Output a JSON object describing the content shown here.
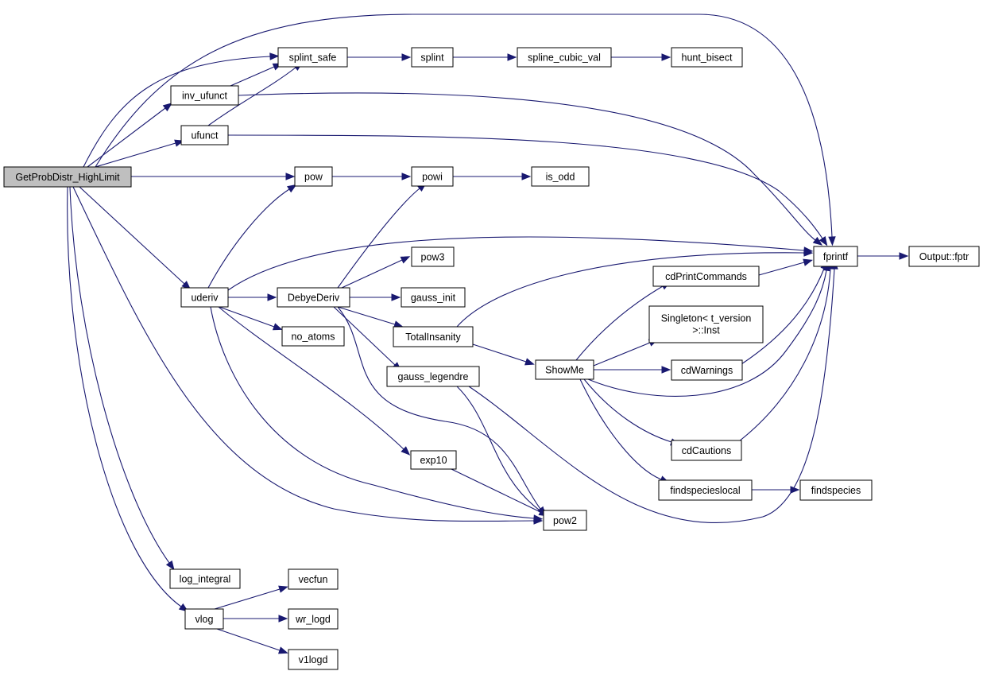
{
  "graph": {
    "root": "GetProbDistr_HighLimit",
    "nodes": [
      {
        "id": "GetProbDistr_HighLimit",
        "label": "GetProbDistr_HighLimit",
        "root": true
      },
      {
        "id": "splint_safe",
        "label": "splint_safe"
      },
      {
        "id": "splint",
        "label": "splint"
      },
      {
        "id": "spline_cubic_val",
        "label": "spline_cubic_val"
      },
      {
        "id": "hunt_bisect",
        "label": "hunt_bisect"
      },
      {
        "id": "inv_ufunct",
        "label": "inv_ufunct"
      },
      {
        "id": "ufunct",
        "label": "ufunct"
      },
      {
        "id": "pow",
        "label": "pow"
      },
      {
        "id": "powi",
        "label": "powi"
      },
      {
        "id": "is_odd",
        "label": "is_odd"
      },
      {
        "id": "fprintf",
        "label": "fprintf"
      },
      {
        "id": "Output_fptr",
        "label": "Output::fptr"
      },
      {
        "id": "pow3",
        "label": "pow3"
      },
      {
        "id": "cdPrintCommands",
        "label": "cdPrintCommands"
      },
      {
        "id": "uderiv",
        "label": "uderiv"
      },
      {
        "id": "DebyeDeriv",
        "label": "DebyeDeriv"
      },
      {
        "id": "gauss_init",
        "label": "gauss_init"
      },
      {
        "id": "Singleton_Inst",
        "label": "Singleton< t_version >::Inst",
        "lines": [
          "Singleton< t_version",
          ">::Inst"
        ]
      },
      {
        "id": "no_atoms",
        "label": "no_atoms"
      },
      {
        "id": "TotalInsanity",
        "label": "TotalInsanity"
      },
      {
        "id": "ShowMe",
        "label": "ShowMe"
      },
      {
        "id": "cdWarnings",
        "label": "cdWarnings"
      },
      {
        "id": "gauss_legendre",
        "label": "gauss_legendre"
      },
      {
        "id": "exp10",
        "label": "exp10"
      },
      {
        "id": "cdCautions",
        "label": "cdCautions"
      },
      {
        "id": "findspecieslocal",
        "label": "findspecieslocal"
      },
      {
        "id": "findspecies",
        "label": "findspecies"
      },
      {
        "id": "pow2",
        "label": "pow2"
      },
      {
        "id": "log_integral",
        "label": "log_integral"
      },
      {
        "id": "vecfun",
        "label": "vecfun"
      },
      {
        "id": "vlog",
        "label": "vlog"
      },
      {
        "id": "wr_logd",
        "label": "wr_logd"
      },
      {
        "id": "v1logd",
        "label": "v1logd"
      }
    ],
    "edges": [
      [
        "GetProbDistr_HighLimit",
        "fprintf"
      ],
      [
        "GetProbDistr_HighLimit",
        "splint_safe"
      ],
      [
        "GetProbDistr_HighLimit",
        "inv_ufunct"
      ],
      [
        "GetProbDistr_HighLimit",
        "ufunct"
      ],
      [
        "GetProbDistr_HighLimit",
        "pow"
      ],
      [
        "GetProbDistr_HighLimit",
        "uderiv"
      ],
      [
        "GetProbDistr_HighLimit",
        "pow2"
      ],
      [
        "GetProbDistr_HighLimit",
        "log_integral"
      ],
      [
        "GetProbDistr_HighLimit",
        "vlog"
      ],
      [
        "splint_safe",
        "splint"
      ],
      [
        "splint",
        "spline_cubic_val"
      ],
      [
        "spline_cubic_val",
        "hunt_bisect"
      ],
      [
        "inv_ufunct",
        "splint_safe"
      ],
      [
        "inv_ufunct",
        "fprintf"
      ],
      [
        "ufunct",
        "splint_safe"
      ],
      [
        "ufunct",
        "fprintf"
      ],
      [
        "pow",
        "powi"
      ],
      [
        "powi",
        "is_odd"
      ],
      [
        "fprintf",
        "Output_fptr"
      ],
      [
        "uderiv",
        "pow"
      ],
      [
        "uderiv",
        "fprintf"
      ],
      [
        "uderiv",
        "DebyeDeriv"
      ],
      [
        "uderiv",
        "no_atoms"
      ],
      [
        "uderiv",
        "exp10"
      ],
      [
        "uderiv",
        "pow2"
      ],
      [
        "DebyeDeriv",
        "powi"
      ],
      [
        "DebyeDeriv",
        "pow3"
      ],
      [
        "DebyeDeriv",
        "gauss_init"
      ],
      [
        "DebyeDeriv",
        "TotalInsanity"
      ],
      [
        "DebyeDeriv",
        "gauss_legendre"
      ],
      [
        "DebyeDeriv",
        "pow2"
      ],
      [
        "TotalInsanity",
        "fprintf"
      ],
      [
        "TotalInsanity",
        "ShowMe"
      ],
      [
        "ShowMe",
        "cdPrintCommands"
      ],
      [
        "ShowMe",
        "Singleton_Inst"
      ],
      [
        "ShowMe",
        "cdWarnings"
      ],
      [
        "ShowMe",
        "fprintf"
      ],
      [
        "ShowMe",
        "cdCautions"
      ],
      [
        "ShowMe",
        "findspecieslocal"
      ],
      [
        "cdPrintCommands",
        "fprintf"
      ],
      [
        "cdWarnings",
        "fprintf"
      ],
      [
        "cdCautions",
        "fprintf"
      ],
      [
        "findspecieslocal",
        "findspecies"
      ],
      [
        "gauss_legendre",
        "pow2"
      ],
      [
        "gauss_legendre",
        "fprintf"
      ],
      [
        "exp10",
        "pow2"
      ],
      [
        "vlog",
        "vecfun"
      ],
      [
        "vlog",
        "wr_logd"
      ],
      [
        "vlog",
        "v1logd"
      ]
    ],
    "colors": {
      "edge": "#191970",
      "node_border": "#000000",
      "node_fill": "#ffffff",
      "root_fill": "#bfbfbf"
    }
  }
}
